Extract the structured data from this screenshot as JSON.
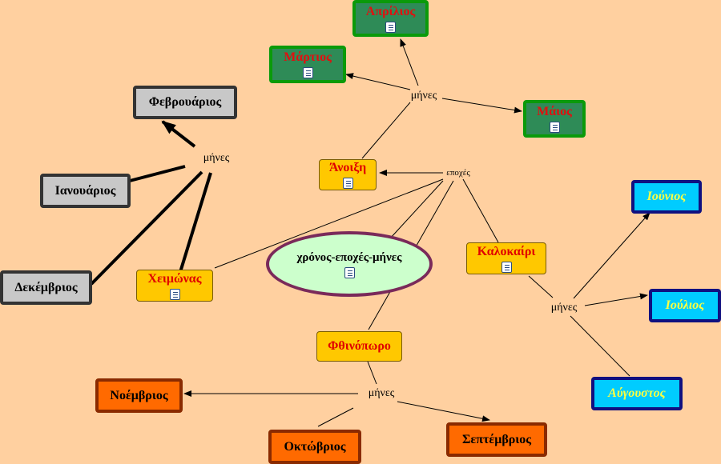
{
  "nodes": {
    "center": "χρόνος-εποχές-μήνες",
    "spring": "Άνοιξη",
    "summer": "Καλοκαίρι",
    "autumn": "Φθινόπωρο",
    "winter": "Χειμώνας",
    "march": "Μάρτιος",
    "april": "Απρίλιος",
    "may": "Μάιος",
    "june": "Ιούνιος",
    "july": "Ιούλιος",
    "august": "Αύγουστος",
    "september": "Σεπτέμβριος",
    "october": "Οκτώβριος",
    "november": "Νοέμβριος",
    "december": "Δεκέμβριος",
    "january": "Ιανουάριος",
    "february": "Φεβρουάριος"
  },
  "link_labels": {
    "seasons": "εποχές",
    "months_spring": "μήνες",
    "months_summer": "μήνες",
    "months_autumn": "μήνες",
    "months_winter": "μήνες"
  },
  "colors": {
    "background": "#ffd0a0",
    "spring_months": "#2e8b57",
    "winter_months": "#c8c8c8",
    "autumn_months": "#ff6a00",
    "summer_months": "#00ccff",
    "seasons": "#ffc800",
    "center": "#ccffcc"
  },
  "icons": [
    "document-icon"
  ]
}
